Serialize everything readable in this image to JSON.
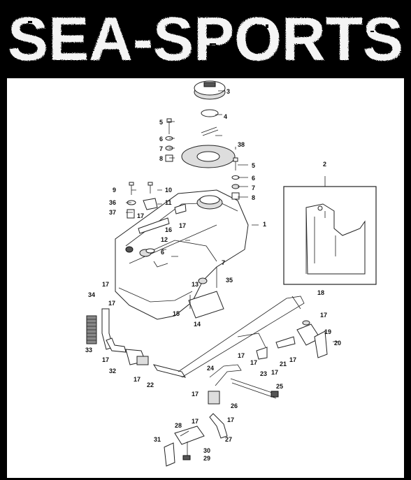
{
  "brand": {
    "logo_text": "SEA-SPORTS"
  },
  "diagram": {
    "part_labels": [
      "1",
      "2",
      "3",
      "4",
      "5",
      "6",
      "7",
      "8",
      "38",
      "9",
      "10",
      "36",
      "11",
      "37",
      "17",
      "16",
      "12",
      "34",
      "33",
      "32",
      "22",
      "13",
      "35",
      "15",
      "14",
      "18",
      "19",
      "20",
      "21",
      "23",
      "24",
      "25",
      "26",
      "27",
      "28",
      "29",
      "30",
      "31"
    ]
  },
  "colors": {
    "background": "#000000",
    "panel": "#ffffff",
    "ink": "#111111"
  }
}
